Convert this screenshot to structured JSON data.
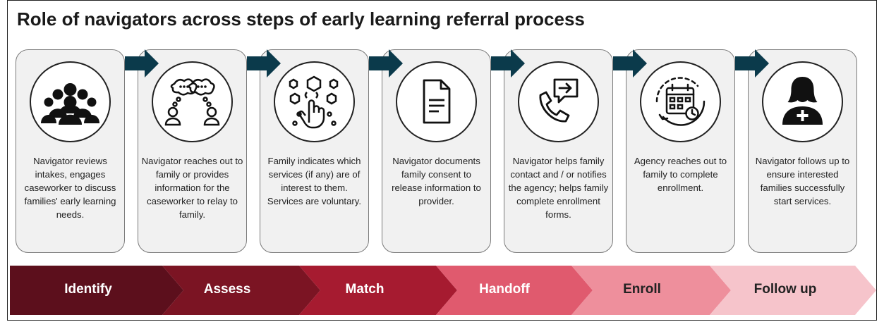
{
  "title": "Role of navigators across steps of early learning referral process",
  "steps": [
    {
      "icon": "people-group-icon",
      "text": "Navigator reviews intakes, engages caseworker to discuss families' early learning needs."
    },
    {
      "icon": "conversation-icon",
      "text": "Navigator reaches out to family or provides information for the caseworker to relay to family."
    },
    {
      "icon": "hand-selection-icon",
      "text": "Family indicates which services (if any) are of interest to them. Services are voluntary."
    },
    {
      "icon": "document-icon",
      "text": "Navigator documents family consent to release information to provider."
    },
    {
      "icon": "phone-message-icon",
      "text": "Navigator helps family contact and / or notifies the agency; helps family complete enrollment forms."
    },
    {
      "icon": "calendar-clock-icon",
      "text": "Agency reaches out to family to complete enrollment."
    },
    {
      "icon": "person-health-icon",
      "text": "Navigator follows up to ensure interested families successfully start services."
    }
  ],
  "stages": [
    {
      "label": "Identify",
      "color": "#5c0f1c"
    },
    {
      "label": "Assess",
      "color": "#7b1423"
    },
    {
      "label": "Match",
      "color": "#a61b30"
    },
    {
      "label": "Handoff",
      "color": "#e05a6e"
    },
    {
      "label": "Enroll",
      "color": "#ee8f9c"
    },
    {
      "label": "Follow up",
      "color": "#f6c4cb"
    }
  ],
  "colors": {
    "connector": "#0b3a4b",
    "card_bg": "#f1f1f1",
    "card_border": "#7a7a7a"
  }
}
